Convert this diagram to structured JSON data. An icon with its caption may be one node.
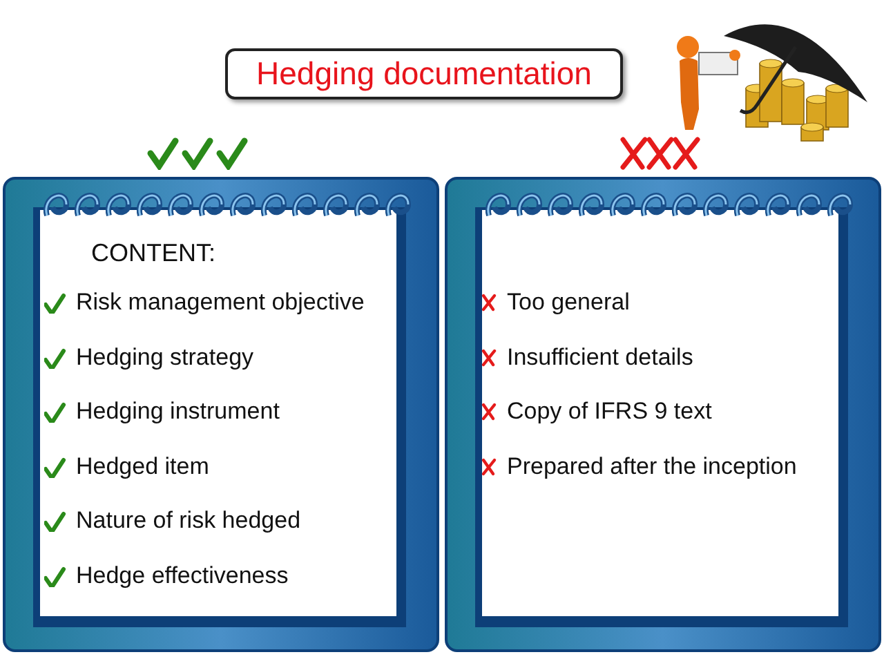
{
  "diagram": {
    "title": "Hedging documentation",
    "nodes": [
      {
        "text": [
          "CONTENT:",
          "Risk management objective",
          "Hedging strategy",
          "Hedging instrument",
          "Hedged item",
          "Nature of risk hedged",
          "Hedge effectiveness"
        ]
      },
      {
        "text": [
          "Too general",
          "Insufficient details",
          "Copy of IFRS 9 text",
          "Prepared after the inception"
        ]
      }
    ]
  }
}
